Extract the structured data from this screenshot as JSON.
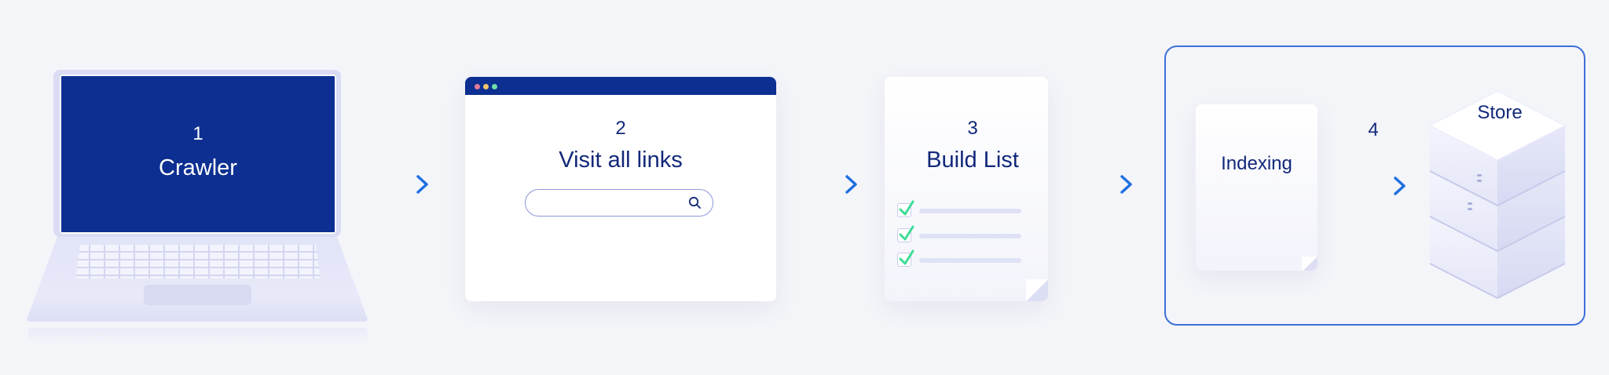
{
  "steps": [
    {
      "number": "1",
      "title": "Crawler"
    },
    {
      "number": "2",
      "title": "Visit all links"
    },
    {
      "number": "3",
      "title": "Build List"
    },
    {
      "number": "4",
      "title": "Indexing"
    }
  ],
  "store": {
    "label": "Store"
  },
  "search": {
    "placeholder": ""
  },
  "browser_dots": [
    "#e27c9a",
    "#f3c66b",
    "#6ee0a8"
  ],
  "colors": {
    "navy": "#0c2f91",
    "text_navy": "#12287a",
    "arrow_start": "#34c6d8",
    "arrow_end": "#1f6fe0",
    "frame_border": "#3e6fd9",
    "check_green": "#3ddc97",
    "background": "#f4f5f9"
  },
  "icons": [
    "laptop-icon",
    "browser-window-icon",
    "search-icon",
    "checklist-icon",
    "document-icon",
    "server-stack-icon",
    "arrow-right-icon"
  ]
}
